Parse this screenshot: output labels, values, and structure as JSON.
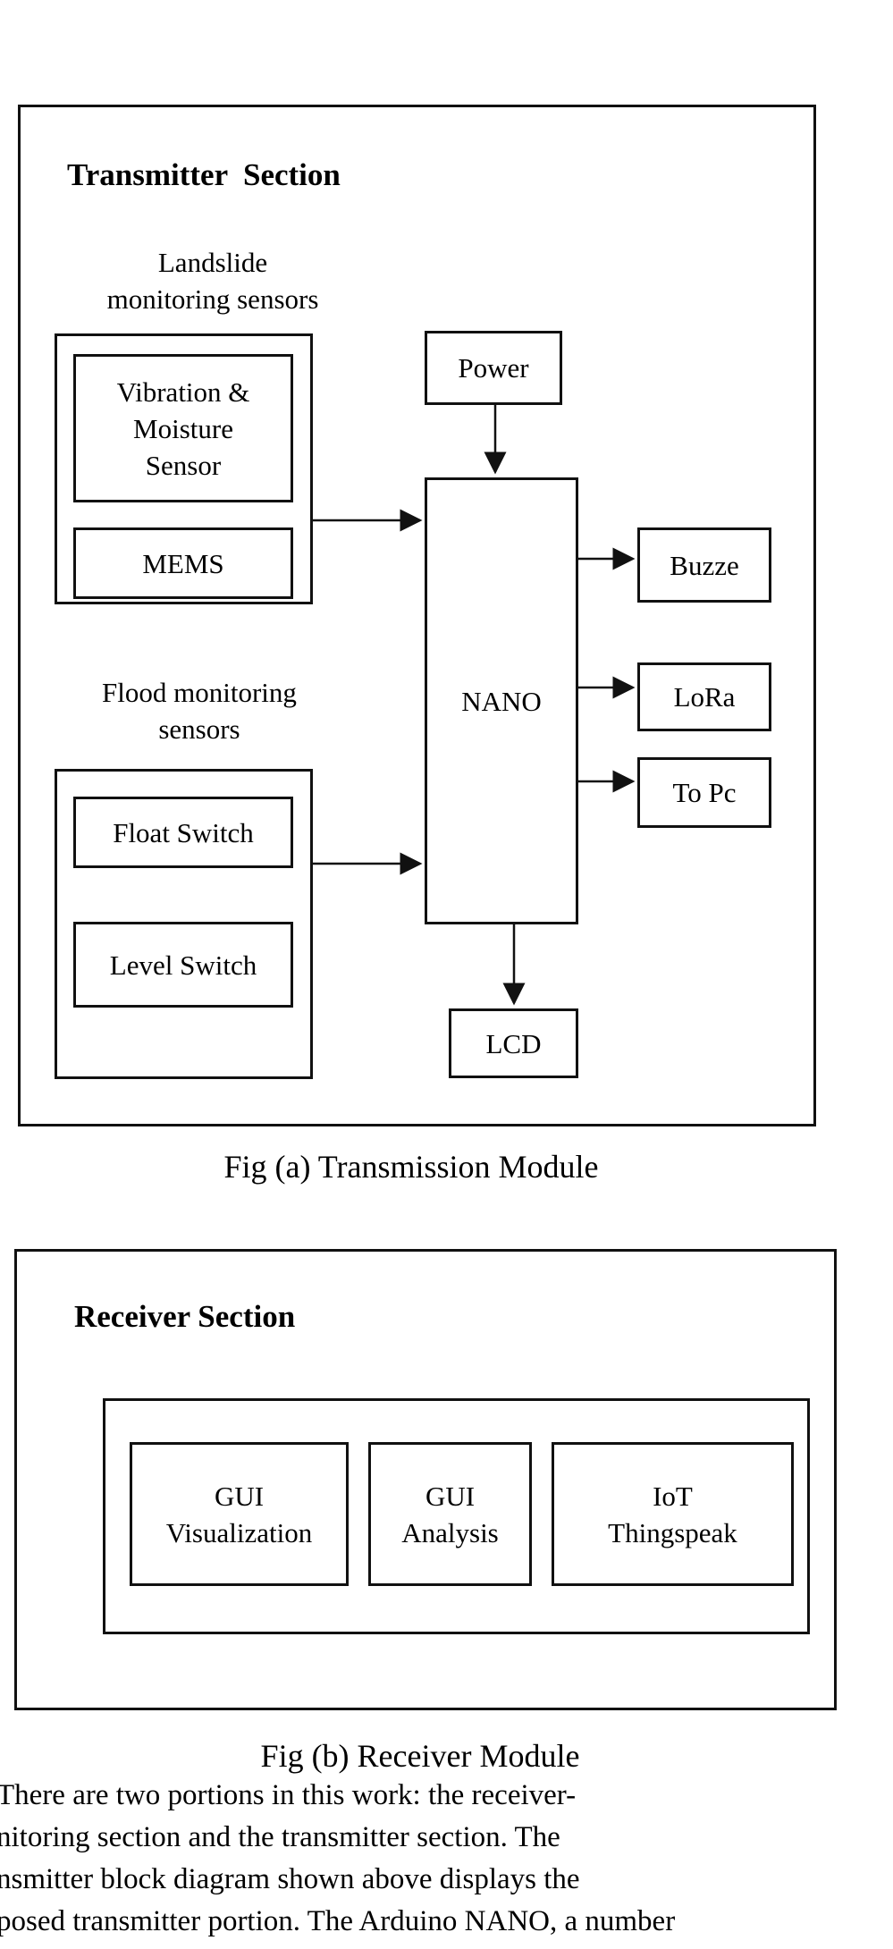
{
  "transmitter": {
    "title": "Transmitter  Section",
    "landslide_label": "Landslide\nmonitoring sensors",
    "vibration": "Vibration &\nMoisture\nSensor",
    "mems": "MEMS",
    "flood_label": "Flood monitoring\nsensors",
    "float_switch": "Float Switch",
    "level_switch": "Level Switch",
    "power": "Power",
    "nano": "NANO",
    "buzzer": "Buzze",
    "lora": "LoRa",
    "topc": "To Pc",
    "lcd": "LCD",
    "caption": "Fig (a) Transmission Module"
  },
  "receiver": {
    "title": "Receiver Section",
    "gui_vis": "GUI\nVisualization",
    "gui_analysis": "GUI\nAnalysis",
    "iot": "IoT\nThingspeak",
    "caption": "Fig (b) Receiver Module"
  },
  "paragraph": [
    "There  are  two  portions  in  this  work:  the  receiver-",
    "nitoring   section   and   the   transmitter   section.  The",
    "nsmitter  block  diagram  shown  above  displays  the",
    "posed transmitter portion. The Arduino NANO, a number"
  ]
}
